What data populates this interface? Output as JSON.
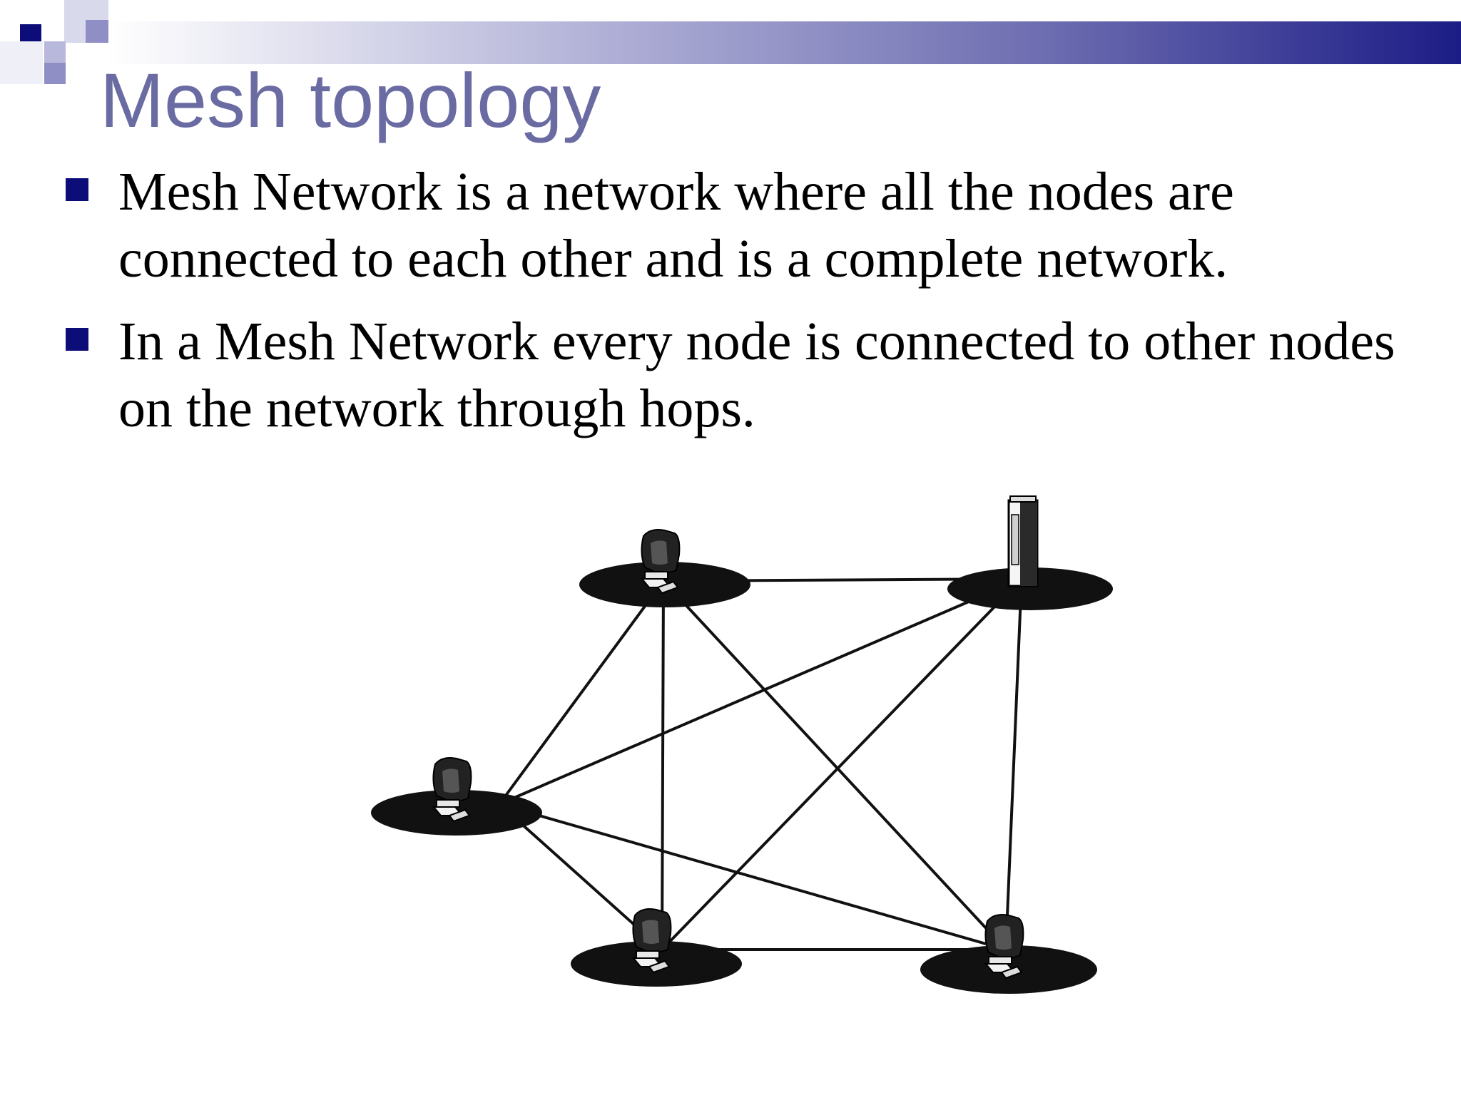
{
  "slide": {
    "title": "Mesh topology",
    "bullets": [
      "Mesh Network is a network where all the nodes are connected to each other and is a complete network.",
      "In a Mesh Network every node is connected to other nodes on the network through hops."
    ]
  },
  "diagram": {
    "nodes": [
      {
        "id": "top-left",
        "device": "workstation"
      },
      {
        "id": "top-right",
        "device": "server-tower"
      },
      {
        "id": "mid-left",
        "device": "workstation"
      },
      {
        "id": "bottom-left",
        "device": "workstation"
      },
      {
        "id": "bottom-right",
        "device": "workstation"
      }
    ],
    "links": [
      [
        "top-left",
        "top-right"
      ],
      [
        "top-left",
        "mid-left"
      ],
      [
        "top-left",
        "bottom-left"
      ],
      [
        "top-left",
        "bottom-right"
      ],
      [
        "top-right",
        "mid-left"
      ],
      [
        "top-right",
        "bottom-left"
      ],
      [
        "top-right",
        "bottom-right"
      ],
      [
        "mid-left",
        "bottom-left"
      ],
      [
        "mid-left",
        "bottom-right"
      ],
      [
        "bottom-left",
        "bottom-right"
      ]
    ]
  },
  "colors": {
    "title": "#6b6ba3",
    "bullet_marker": "#0d0d7a",
    "band_dark": "#1c1c86",
    "node_disc": "#111111"
  }
}
